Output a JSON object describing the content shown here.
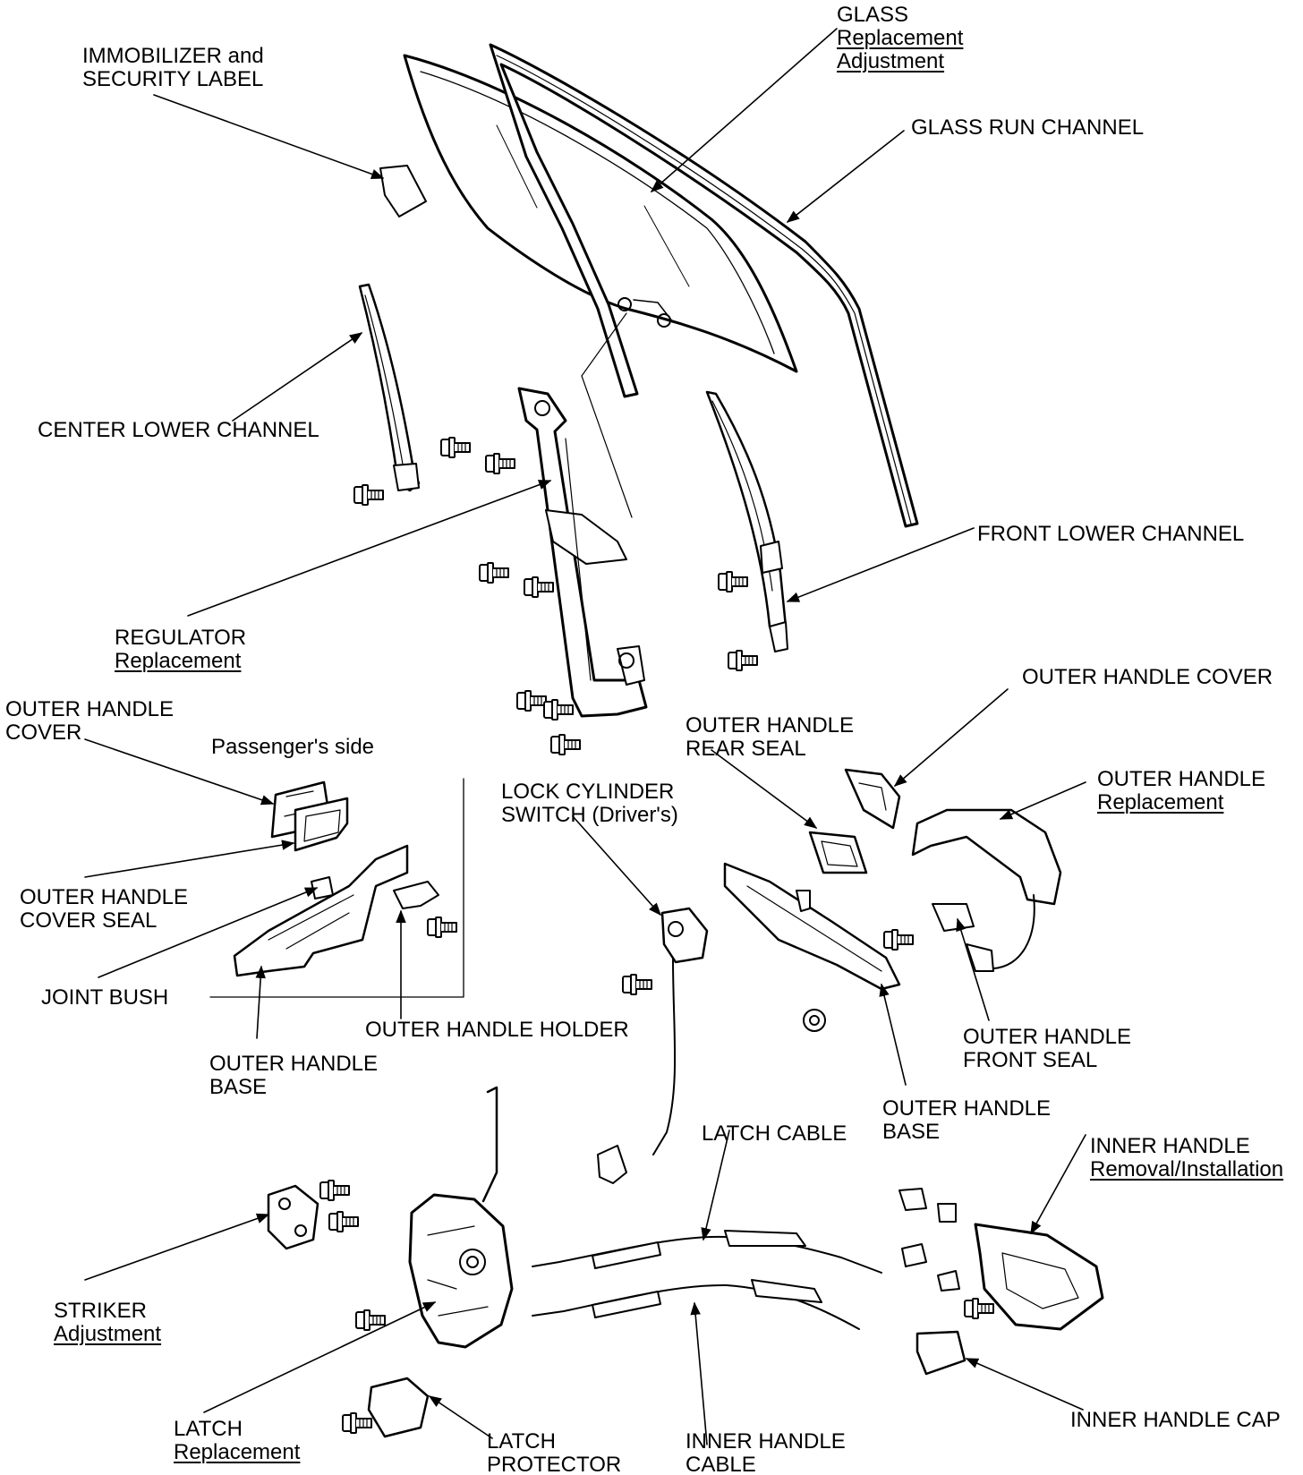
{
  "labels": {
    "glass": {
      "name": "GLASS",
      "link1": "Replacement",
      "link2": "Adjustment"
    },
    "immobilizer": {
      "line1": "IMMOBILIZER and",
      "line2": "SECURITY LABEL"
    },
    "glass_run_channel": "GLASS RUN CHANNEL",
    "center_lower_channel": "CENTER LOWER CHANNEL",
    "front_lower_channel": "FRONT LOWER CHANNEL",
    "regulator": {
      "name": "REGULATOR",
      "link": "Replacement"
    },
    "outer_handle_cover_right": "OUTER HANDLE COVER",
    "outer_handle_cover_left": {
      "line1": "OUTER HANDLE",
      "line2": "COVER"
    },
    "passenger_side": "Passenger's side",
    "outer_handle_rear_seal": {
      "line1": "OUTER HANDLE",
      "line2": "REAR SEAL"
    },
    "outer_handle": {
      "name": "OUTER HANDLE",
      "link": "Replacement"
    },
    "lock_cylinder_switch": {
      "line1": "LOCK CYLINDER",
      "line2": "SWITCH (Driver's)"
    },
    "outer_handle_cover_seal": {
      "line1": "OUTER HANDLE",
      "line2": "COVER SEAL"
    },
    "joint_bush": "JOINT BUSH",
    "outer_handle_holder": "OUTER HANDLE HOLDER",
    "outer_handle_base_left": {
      "line1": "OUTER HANDLE",
      "line2": "BASE"
    },
    "outer_handle_front_seal": {
      "line1": "OUTER HANDLE",
      "line2": "FRONT SEAL"
    },
    "outer_handle_base_right": {
      "line1": "OUTER HANDLE",
      "line2": "BASE"
    },
    "latch_cable": "LATCH CABLE",
    "inner_handle": {
      "name": "INNER HANDLE",
      "link": "Removal/Installation"
    },
    "striker": {
      "name": "STRIKER",
      "link": "Adjustment"
    },
    "latch": {
      "name": "LATCH",
      "link": "Replacement"
    },
    "latch_protector": {
      "line1": "LATCH",
      "line2": "PROTECTOR"
    },
    "inner_handle_cable": {
      "line1": "INNER HANDLE",
      "line2": "CABLE"
    },
    "inner_handle_cap": "INNER HANDLE CAP"
  }
}
